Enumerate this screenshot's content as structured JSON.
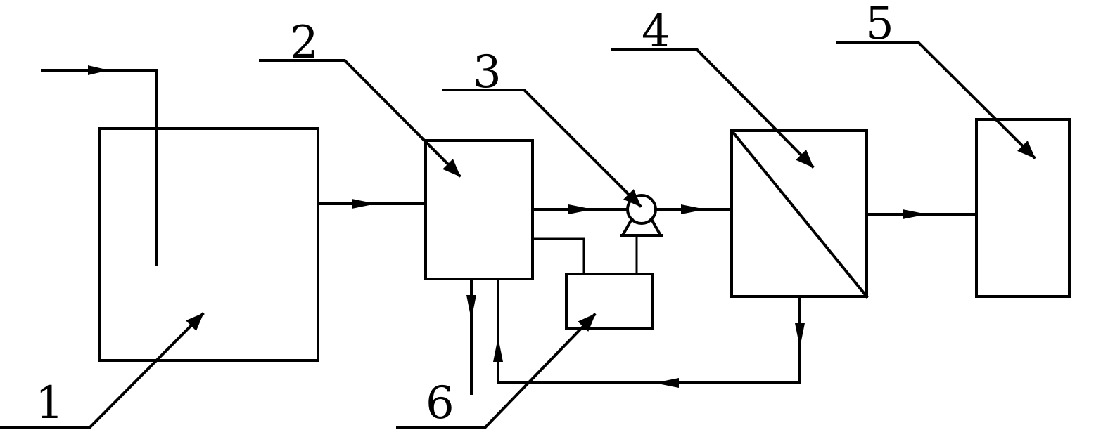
{
  "labels": {
    "n1": "1",
    "n2": "2",
    "n3": "3",
    "n4": "4",
    "n5": "5",
    "n6": "6"
  },
  "colors": {
    "stroke": "#000000",
    "background": "#ffffff"
  }
}
